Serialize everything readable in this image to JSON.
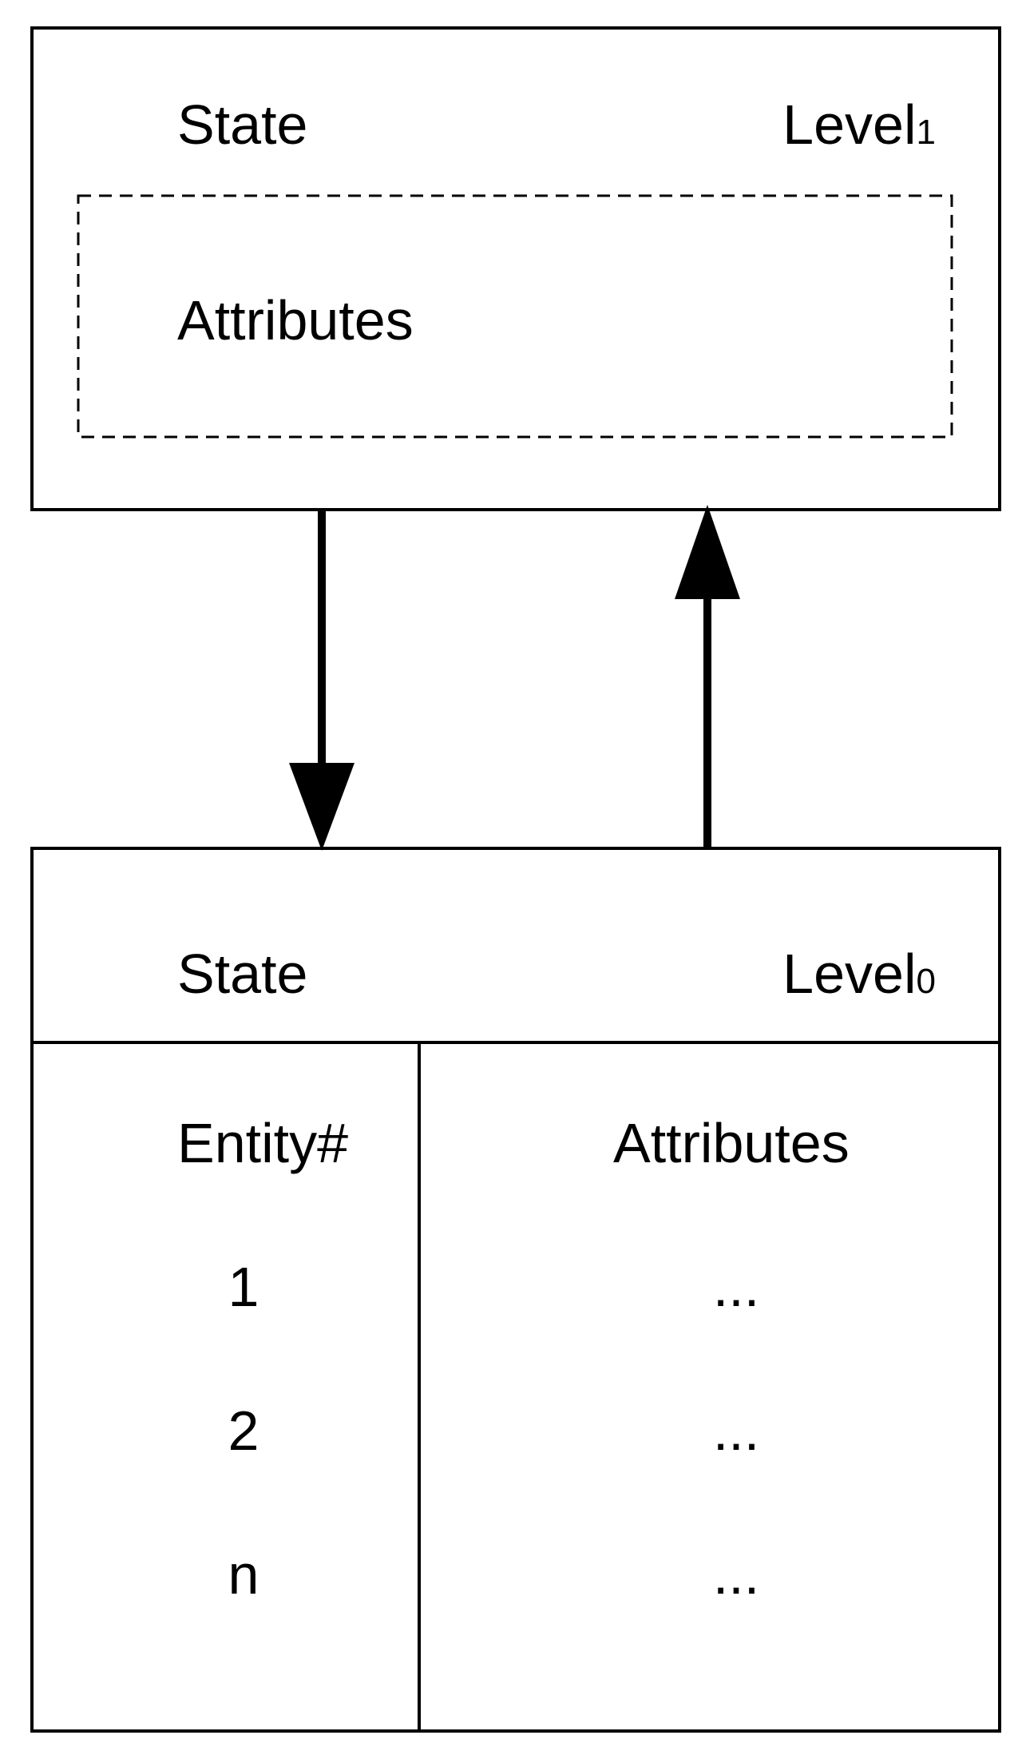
{
  "top_box": {
    "state_label": "State",
    "level_label": "Level",
    "level_subscript": "1",
    "attributes_label": "Attributes"
  },
  "bottom_box": {
    "state_label": "State",
    "level_label": "Level",
    "level_subscript": "0",
    "columns": {
      "entity_header": "Entity#",
      "attributes_header": "Attributes"
    },
    "rows": [
      {
        "entity": "1",
        "attributes": "..."
      },
      {
        "entity": "2",
        "attributes": "..."
      },
      {
        "entity": "n",
        "attributes": "..."
      }
    ]
  },
  "colors": {
    "stroke": "#000000",
    "background": "#ffffff"
  }
}
